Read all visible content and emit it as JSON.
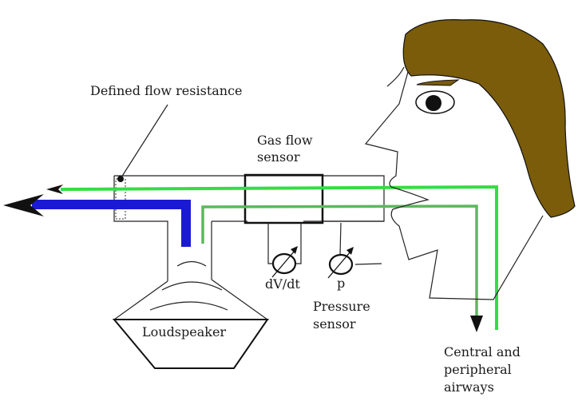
{
  "diagram": {
    "title": "Impulse oscillometry measurement setup",
    "labels": {
      "defined_flow_resistance": "Defined flow resistance",
      "gas_flow_sensor_line1": "Gas flow",
      "gas_flow_sensor_line2": "sensor",
      "flow_symbol": "dV/dt",
      "pressure_symbol": "p",
      "pressure_sensor_line1": "Pressure",
      "pressure_sensor_line2": "sensor",
      "loudspeaker": "Loudspeaker",
      "airways_line1": "Central and",
      "airways_line2": "peripheral",
      "airways_line3": "airways"
    },
    "colors": {
      "blue_flow": "#1a1ad6",
      "green_bright": "#33dd44",
      "green_muted": "#5cb85c",
      "hair": "#7a5c0a",
      "outline": "#222222"
    }
  }
}
